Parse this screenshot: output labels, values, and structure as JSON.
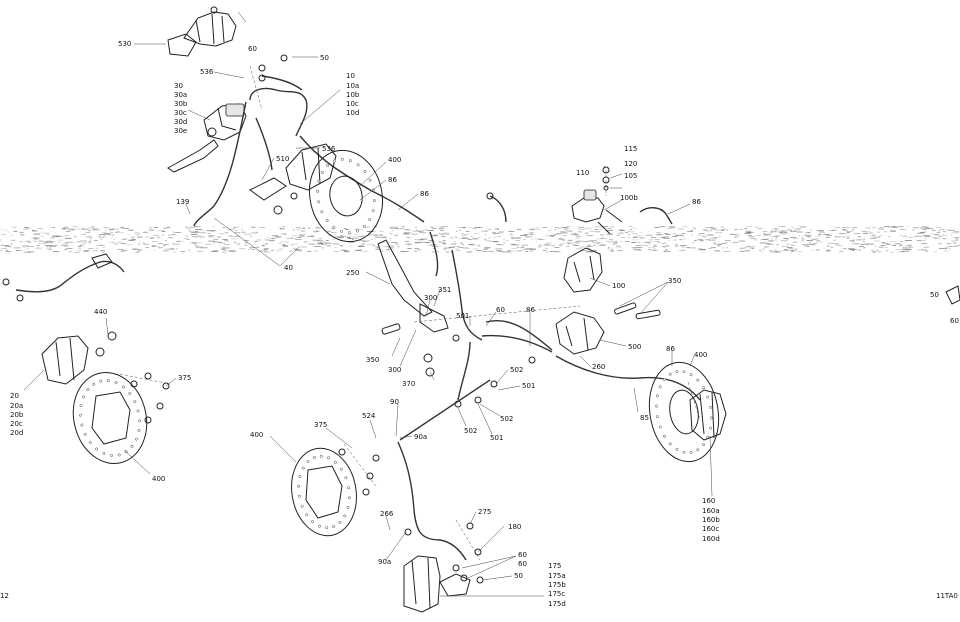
{
  "diagram": {
    "reference_left": "12",
    "reference_right": "11TA0",
    "callouts": [
      {
        "id": "c530",
        "text": "530"
      },
      {
        "id": "c536a",
        "text": "536"
      },
      {
        "id": "c60a",
        "text": "60"
      },
      {
        "id": "c50a",
        "text": "50"
      },
      {
        "id": "c30",
        "text": "30"
      },
      {
        "id": "c30a",
        "text": "30a"
      },
      {
        "id": "c30b",
        "text": "30b"
      },
      {
        "id": "c30c",
        "text": "30c"
      },
      {
        "id": "c30d",
        "text": "30d"
      },
      {
        "id": "c30e",
        "text": "30e"
      },
      {
        "id": "c10",
        "text": "10"
      },
      {
        "id": "c10a",
        "text": "10a"
      },
      {
        "id": "c10b",
        "text": "10b"
      },
      {
        "id": "c10c",
        "text": "10c"
      },
      {
        "id": "c10d",
        "text": "10d"
      },
      {
        "id": "c536b",
        "text": "536"
      },
      {
        "id": "c510",
        "text": "510"
      },
      {
        "id": "c400a",
        "text": "400"
      },
      {
        "id": "c86a",
        "text": "86"
      },
      {
        "id": "c86b",
        "text": "86"
      },
      {
        "id": "c139",
        "text": "139"
      },
      {
        "id": "c115",
        "text": "115"
      },
      {
        "id": "c120",
        "text": "120"
      },
      {
        "id": "c110",
        "text": "110"
      },
      {
        "id": "c105",
        "text": "105"
      },
      {
        "id": "c100b",
        "text": "100b"
      },
      {
        "id": "c86c",
        "text": "86"
      },
      {
        "id": "c40",
        "text": "40"
      },
      {
        "id": "c250",
        "text": "250"
      },
      {
        "id": "c100",
        "text": "100"
      },
      {
        "id": "c350a",
        "text": "350"
      },
      {
        "id": "c351",
        "text": "351"
      },
      {
        "id": "c300a",
        "text": "300"
      },
      {
        "id": "c501a",
        "text": "501"
      },
      {
        "id": "c60b",
        "text": "60"
      },
      {
        "id": "c86d",
        "text": "86"
      },
      {
        "id": "c500",
        "text": "500"
      },
      {
        "id": "c350b",
        "text": "350"
      },
      {
        "id": "c300b",
        "text": "300"
      },
      {
        "id": "c370",
        "text": "370"
      },
      {
        "id": "c260",
        "text": "260"
      },
      {
        "id": "c86e",
        "text": "86"
      },
      {
        "id": "c400b",
        "text": "400"
      },
      {
        "id": "c502a",
        "text": "502"
      },
      {
        "id": "c501b",
        "text": "501"
      },
      {
        "id": "c502b",
        "text": "502"
      },
      {
        "id": "c501c",
        "text": "501"
      },
      {
        "id": "c502c",
        "text": "502"
      },
      {
        "id": "c85",
        "text": "85"
      },
      {
        "id": "c440",
        "text": "440"
      },
      {
        "id": "c20",
        "text": "20"
      },
      {
        "id": "c20a",
        "text": "20a"
      },
      {
        "id": "c20b",
        "text": "20b"
      },
      {
        "id": "c20c",
        "text": "20c"
      },
      {
        "id": "c20d",
        "text": "20d"
      },
      {
        "id": "c375a",
        "text": "375"
      },
      {
        "id": "c400c",
        "text": "400"
      },
      {
        "id": "c90",
        "text": "90"
      },
      {
        "id": "c90a",
        "text": "90a"
      },
      {
        "id": "c524",
        "text": "524"
      },
      {
        "id": "c375b",
        "text": "375"
      },
      {
        "id": "c400d",
        "text": "400"
      },
      {
        "id": "c160",
        "text": "160"
      },
      {
        "id": "c160a",
        "text": "160a"
      },
      {
        "id": "c160b",
        "text": "160b"
      },
      {
        "id": "c160c",
        "text": "160c"
      },
      {
        "id": "c160d",
        "text": "160d"
      },
      {
        "id": "c266",
        "text": "266"
      },
      {
        "id": "c275",
        "text": "275"
      },
      {
        "id": "c180",
        "text": "180"
      },
      {
        "id": "c90b",
        "text": "90a"
      },
      {
        "id": "c60c",
        "text": "60"
      },
      {
        "id": "c60d",
        "text": "60"
      },
      {
        "id": "c50b",
        "text": "50"
      },
      {
        "id": "c175",
        "text": "175"
      },
      {
        "id": "c175a",
        "text": "175a"
      },
      {
        "id": "c175b",
        "text": "175b"
      },
      {
        "id": "c175c",
        "text": "175c"
      },
      {
        "id": "c175d",
        "text": "175d"
      },
      {
        "id": "c50c",
        "text": "50"
      },
      {
        "id": "c60e",
        "text": "60"
      }
    ]
  }
}
